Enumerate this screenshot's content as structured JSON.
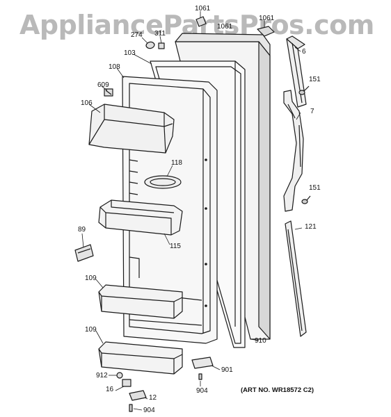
{
  "watermark": "AppliancePartsPros.com",
  "art_number": "(ART NO. WR18572 C2)",
  "colors": {
    "line": "#1a1a1a",
    "shade": "#cfcfcf",
    "fill": "#f4f4f4",
    "watermark": "#b9b9b9"
  },
  "labels": {
    "l1061a": "1061",
    "l1061b": "1061",
    "l1061c": "1061",
    "l274": "274",
    "l311": "311",
    "l6": "6",
    "l103": "103",
    "l108": "108",
    "l151a": "151",
    "l151b": "151",
    "l609": "609",
    "l106": "106",
    "l7": "7",
    "l118": "118",
    "l89": "89",
    "l115": "115",
    "l121": "121",
    "l109a": "109",
    "l109b": "109",
    "l910": "910",
    "l901": "901",
    "l912": "912",
    "l16": "16",
    "l12": "12",
    "l904a": "904",
    "l904b": "904"
  }
}
